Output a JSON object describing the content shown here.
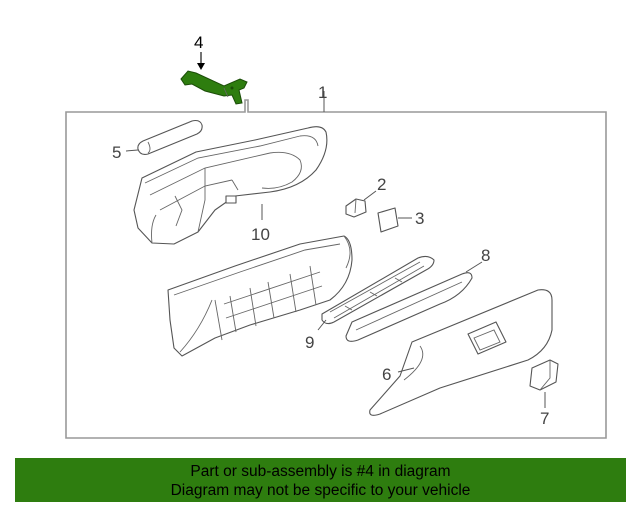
{
  "diagram": {
    "callouts": [
      {
        "id": "4",
        "label": "4",
        "highlighted": true
      },
      {
        "id": "1",
        "label": "1",
        "highlighted": false
      },
      {
        "id": "5",
        "label": "5",
        "highlighted": false
      },
      {
        "id": "2",
        "label": "2",
        "highlighted": false
      },
      {
        "id": "3",
        "label": "3",
        "highlighted": false
      },
      {
        "id": "10",
        "label": "10",
        "highlighted": false
      },
      {
        "id": "8",
        "label": "8",
        "highlighted": false
      },
      {
        "id": "9",
        "label": "9",
        "highlighted": false
      },
      {
        "id": "6",
        "label": "6",
        "highlighted": false
      },
      {
        "id": "7",
        "label": "7",
        "highlighted": false
      }
    ],
    "colors": {
      "highlight_part": "#2e7d0f",
      "banner_background": "#2e7d0f",
      "line": "#555555",
      "frame": "#999999"
    }
  },
  "banner": {
    "line1": "Part or sub-assembly is #4 in diagram",
    "line2": "Diagram may not be specific to your vehicle"
  }
}
